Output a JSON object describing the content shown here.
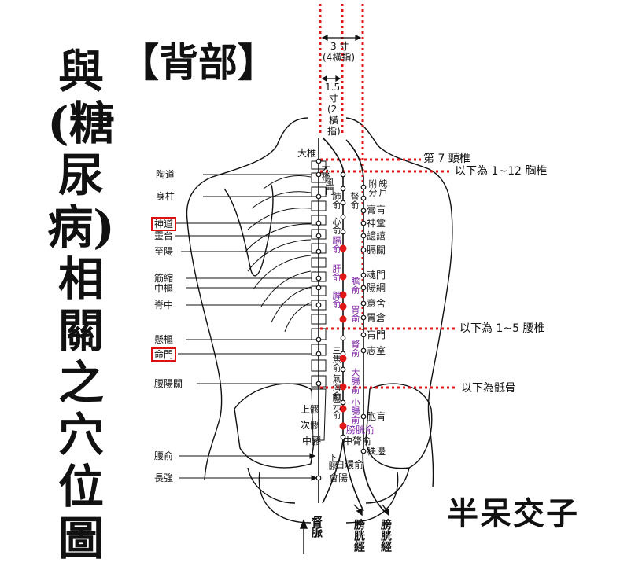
{
  "title_vertical": "與(糖尿病)相關之穴位圖",
  "section_title": "【背部】",
  "measure_top": {
    "line1": "3 寸",
    "line2": "(4橫指)"
  },
  "measure_inner": {
    "line1": "1.5",
    "line2": "寸",
    "line3": "(2",
    "line4": "橫",
    "line5": "指)"
  },
  "right_notes": [
    "第 7 頸椎",
    "以下為 1~12 胸椎",
    "以下為 1~5 腰椎",
    "以下為骶骨"
  ],
  "left_labels": [
    {
      "text": "陶道",
      "boxed": false
    },
    {
      "text": "身柱",
      "boxed": false
    },
    {
      "text": "神道",
      "boxed": true
    },
    {
      "text": "靈台",
      "boxed": false
    },
    {
      "text": "至陽",
      "boxed": false
    },
    {
      "text": "筋縮",
      "boxed": false
    },
    {
      "text": "中樞",
      "boxed": false
    },
    {
      "text": "脊中",
      "boxed": false
    },
    {
      "text": "懸樞",
      "boxed": false
    },
    {
      "text": "命門",
      "boxed": true
    },
    {
      "text": "腰陽關",
      "boxed": false
    },
    {
      "text": "腰俞",
      "boxed": false
    },
    {
      "text": "長強",
      "boxed": false
    }
  ],
  "spine_top_label": "大椎",
  "inner_line_labels": [
    "大杼",
    "風門",
    "肺俞",
    "心俞",
    "督俞",
    "膈俞",
    "肝俞",
    "膽俞",
    "三焦俞",
    "氣海俞",
    "關元俞"
  ],
  "highlight_labels": [
    "膈俞",
    "肝俞",
    "膽俞",
    "脾俞",
    "胃俞",
    "腎俞",
    "大腸俞",
    "小腸俞",
    "膀胱俞"
  ],
  "sacral_labels": [
    "上髎",
    "次髎",
    "中髎",
    "下髎",
    "中膂俞",
    "白環俞",
    "會陽"
  ],
  "outer_line_labels": [
    "附分",
    "魄戶",
    "膏肓",
    "神堂",
    "譩譆",
    "膈關",
    "魂門",
    "陽綱",
    "意舍",
    "胃倉",
    "肓門",
    "志室",
    "胞肓",
    "秩邊"
  ],
  "bottom_labels": [
    "督脈",
    "膀胱經",
    "膀胱經"
  ],
  "logo_text": "半呆交子",
  "colors": {
    "red": "#e01818",
    "purple": "#7a1fa2",
    "line": "#111111"
  }
}
